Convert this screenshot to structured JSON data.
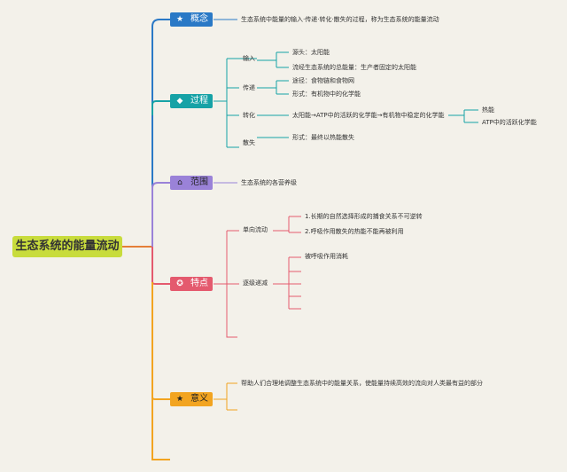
{
  "root": "生态系统的能量流动",
  "colors": {
    "concept": "#2a79c6",
    "process": "#16a2a6",
    "scope": "#9a82d8",
    "feature": "#e45a6e",
    "meaning": "#f2a420",
    "root": "#c8dc3c"
  },
  "branches": {
    "concept": {
      "label": "概念",
      "icon": "star-icon",
      "text": "生态系统中能量的输入·传递·转化·散失的过程，称为生态系统的能量流动"
    },
    "process": {
      "label": "过程",
      "icon": "diamond-icon",
      "input": {
        "label": "输入",
        "items": [
          "源头：太阳能",
          "流经生态系统的总能量：生产者固定的太阳能"
        ]
      },
      "transfer": {
        "label": "传递",
        "items": [
          "途径：食物链和食物网",
          "形式：有机物中的化学能"
        ]
      },
      "convert": {
        "label": "转化",
        "text": "太阳能→ATP中的活跃的化学能→有机物中稳定的化学能",
        "items": [
          "热能",
          "ATP中的活跃化学能"
        ]
      },
      "dissipate": {
        "label": "散失",
        "items": [
          "形式：最终以热能散失"
        ]
      }
    },
    "scope": {
      "label": "范围",
      "icon": "house-icon",
      "text": "生态系统的各营养级"
    },
    "feature": {
      "label": "特点",
      "icon": "medal-icon",
      "oneway": {
        "label": "单向流动",
        "items": [
          "1.长期的自然选择形成的捕食关系不可逆转",
          "2.呼吸作用散失的热能不能再被利用"
        ]
      },
      "decrease": {
        "label": "逐级递减",
        "items": [
          "被呼吸作用消耗",
          "",
          "",
          ""
        ]
      }
    },
    "meaning": {
      "label": "意义",
      "icon": "star-icon",
      "text": "帮助人们合理地调整生态系统中的能量关系，使能量持续高效的流向对人类最有益的部分"
    }
  }
}
